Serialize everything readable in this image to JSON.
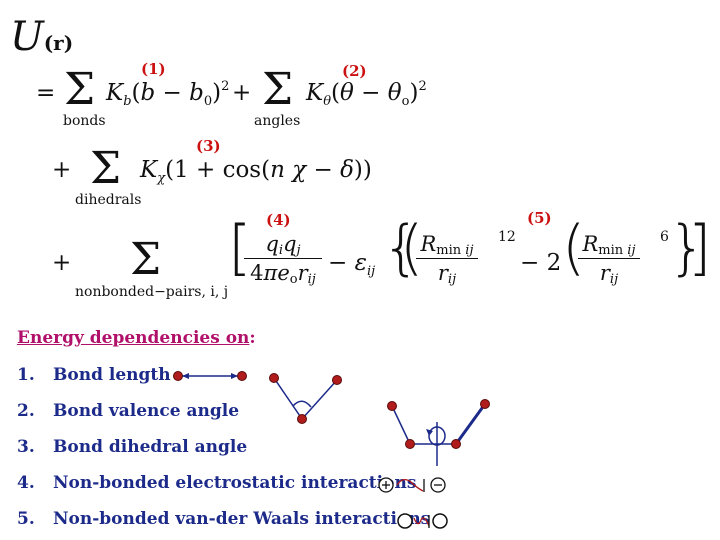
{
  "equation": {
    "lhs_symbol": "U",
    "lhs_arg": "(r)",
    "equals": "=",
    "plus": "+",
    "markers": [
      "(1)",
      "(2)",
      "(3)",
      "(4)",
      "(5)"
    ],
    "sum_labels": {
      "bonds": "bonds",
      "angles": "angles",
      "dihedrals": "dihedrals",
      "nonbonded": "nonbonded−pairs, i, j"
    },
    "term_bond": "K_b(b − b_0)^2",
    "term_angle": "K_θ(θ − θ_o)^2",
    "term_dihedral": "K_χ(1 + cos(nχ − δ))",
    "elec_numerator": "q_i q_j",
    "elec_denominator": "4πe_o r_ij",
    "vdw_minus_eps": "− ε_ij",
    "vdw_numerator": "R_min ij",
    "vdw_denominator": "r_ij",
    "exp12": "12",
    "exp6": "6",
    "minus_two": "− 2"
  },
  "dependencies": {
    "heading": "Energy dependencies on",
    "colon": ":",
    "items": [
      {
        "num": "1.",
        "label": "Bond length"
      },
      {
        "num": "2.",
        "label": "Bond valence angle"
      },
      {
        "num": "3.",
        "label": "Bond dihedral angle"
      },
      {
        "num": "4.",
        "label": "Non-bonded electrostatic interactions"
      },
      {
        "num": "5.",
        "label": "Non-bonded van-der Waals interactions"
      }
    ]
  },
  "colors": {
    "marker": "#cc1111",
    "heading": "#b0106a",
    "items": "#1c2a8a",
    "atom": "#8b1a1a"
  },
  "icons": [
    "bond-length-icon",
    "bond-angle-icon",
    "dihedral-angle-icon",
    "electrostatic-icon",
    "van-der-waals-icon"
  ]
}
